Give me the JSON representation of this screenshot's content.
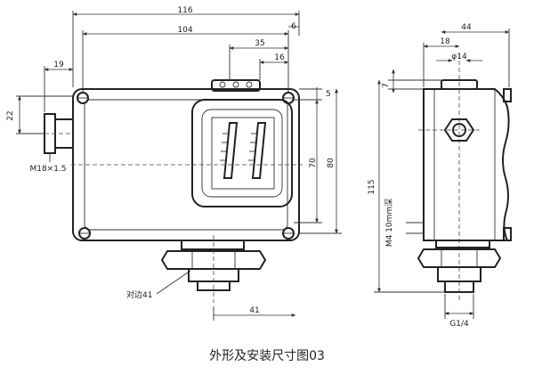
{
  "caption": "外形及安装尺寸图03",
  "front_view": {
    "dims": {
      "overall_width": "116",
      "bolt_spacing": "104",
      "window_offset": "35",
      "cap_width": "16",
      "right_offset": "6",
      "fitting_width": "19",
      "thread_height": "22",
      "thread_label": "M18×1.5",
      "top_margin": "5",
      "inner_height": "70",
      "outer_height": "80",
      "hex_label": "对边41",
      "bottom_width": "41"
    }
  },
  "side_view": {
    "dims": {
      "depth": "44",
      "hole_offset": "18",
      "hole_diameter": "φ14",
      "top_height": "7",
      "overall_height": "115",
      "mount_label": "M4 10mm深",
      "pipe_thread": "G1/4"
    }
  }
}
